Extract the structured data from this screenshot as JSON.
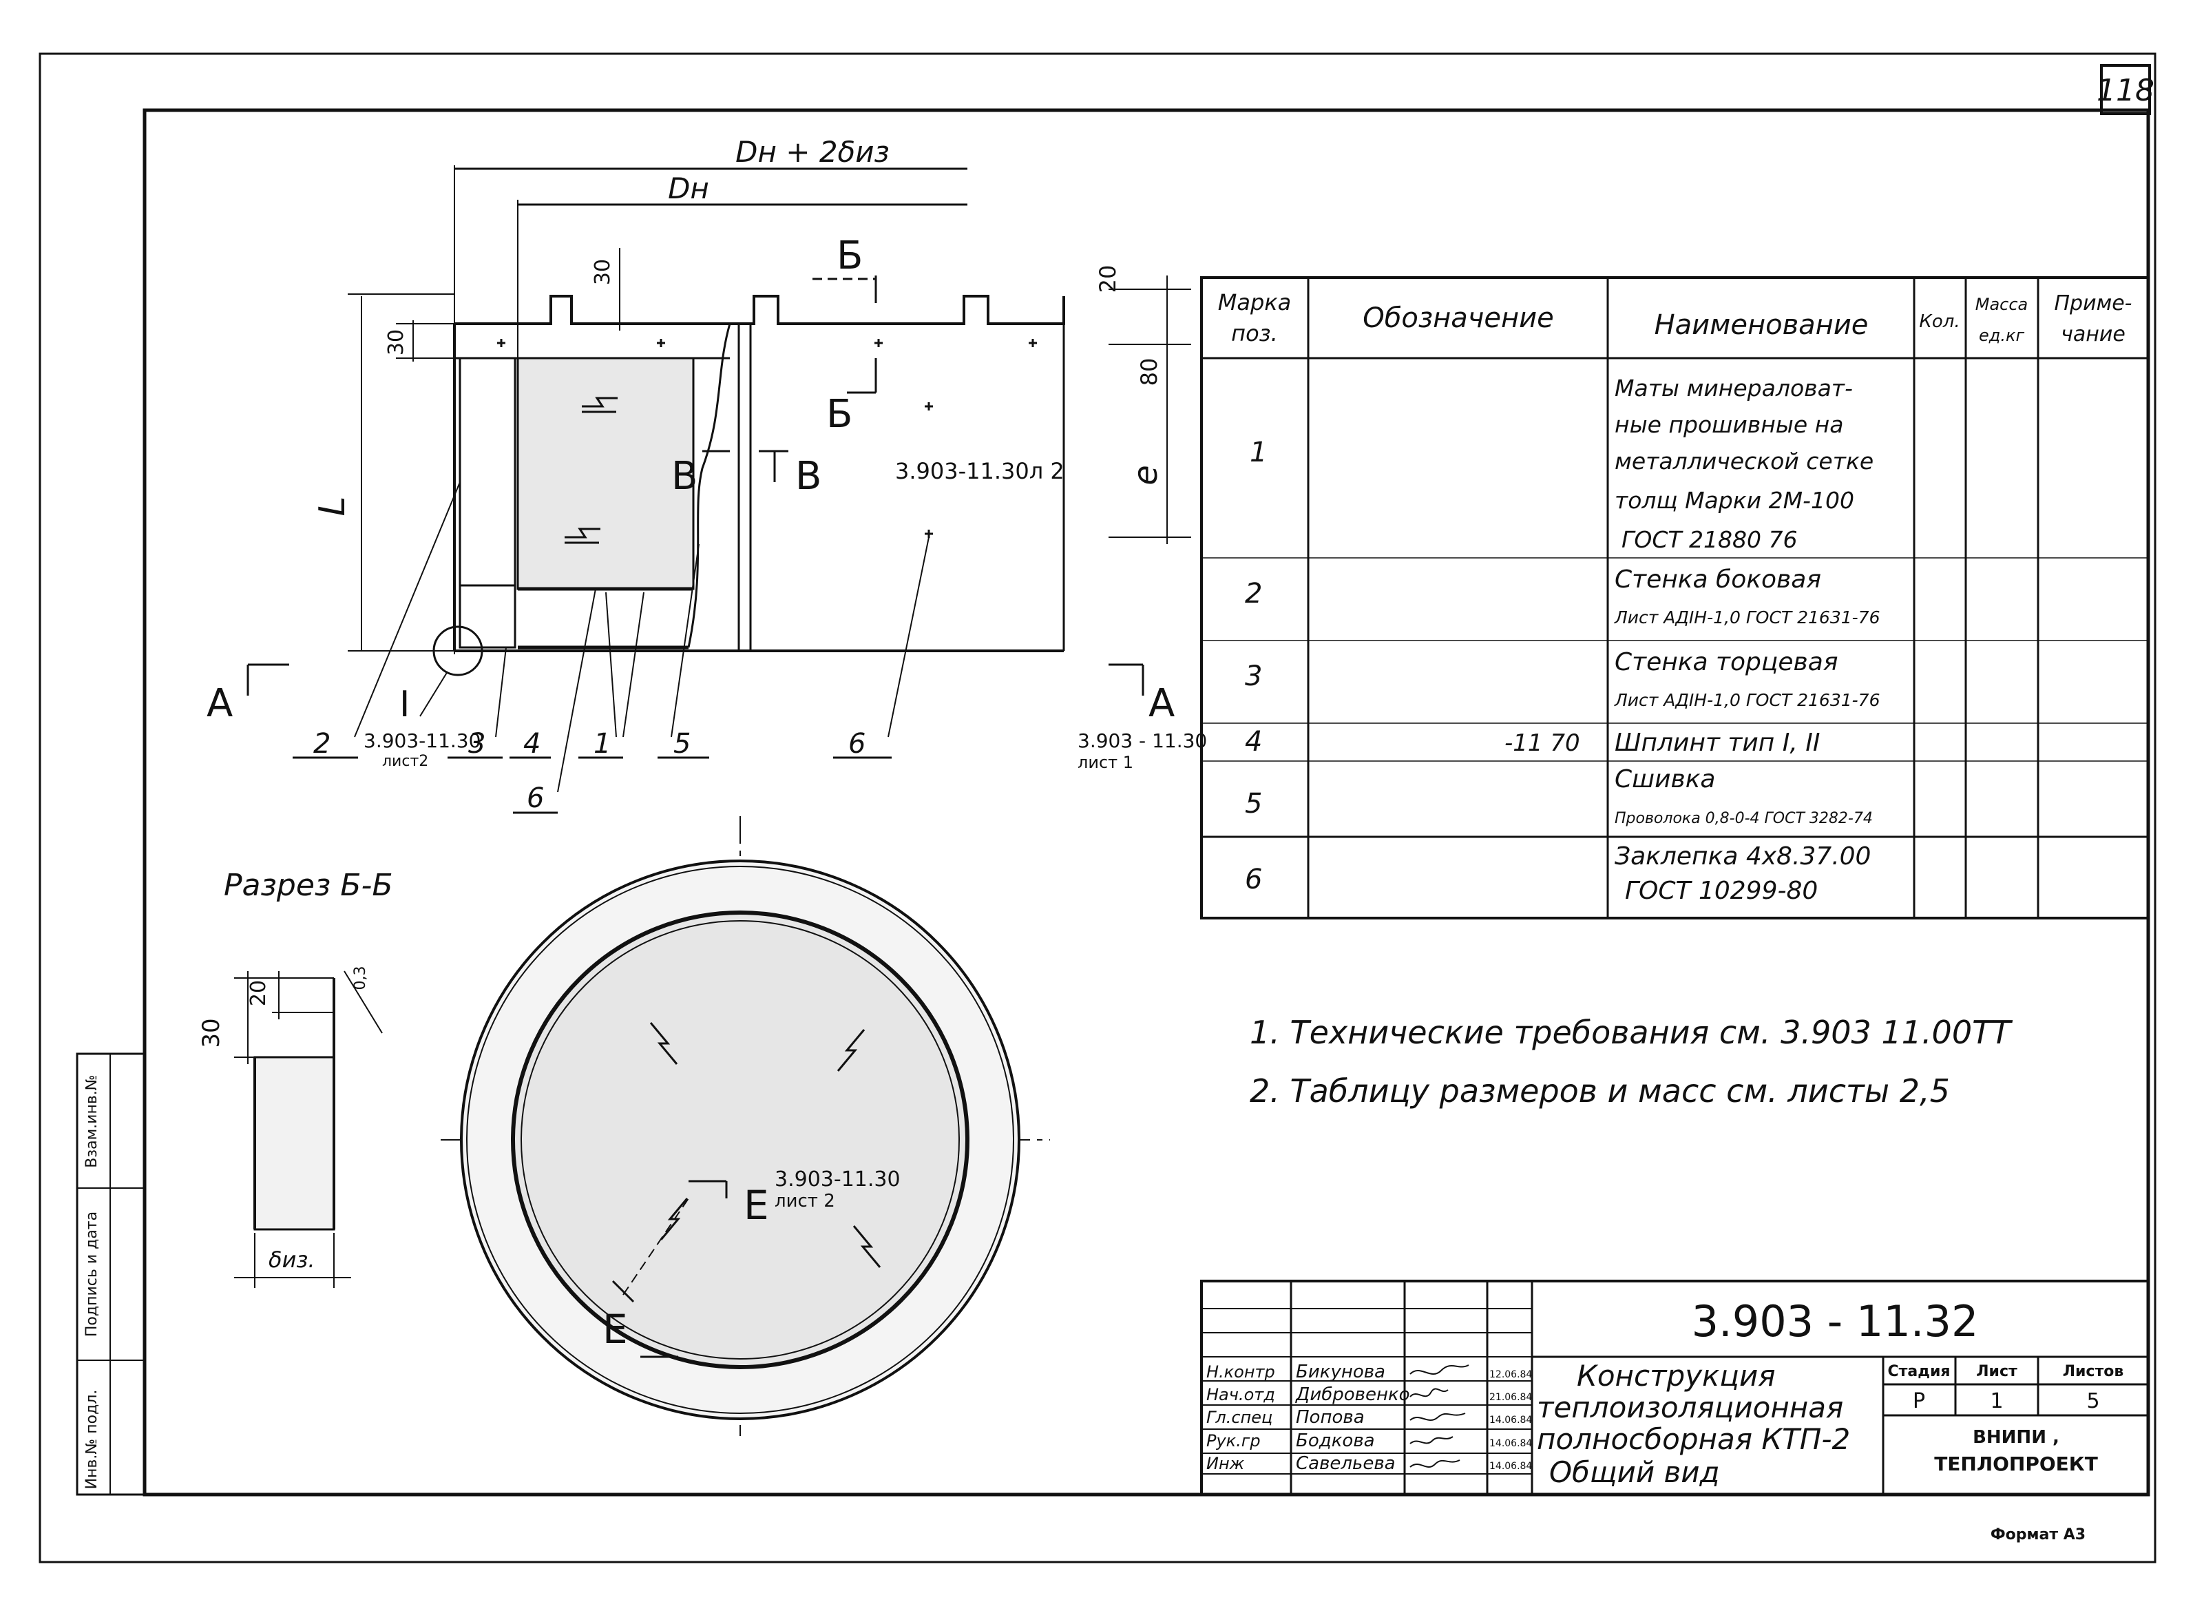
{
  "sheet": {
    "number": "118",
    "format": "Формат А3",
    "document_code": "3.903 - 11.32",
    "title_lines": [
      "Конструкция",
      "теплоизоляционная",
      "полносборная КТП-2",
      "Общий вид"
    ],
    "stage_header": "Стадия",
    "sheet_header": "Лист",
    "sheets_header": "Листов",
    "stage": "Р",
    "sheet_no": "1",
    "sheets_total": "5",
    "org_line1": "ВНИПИ ,",
    "org_line2": "ТЕПЛОПРОЕКТ"
  },
  "signatures": [
    {
      "role": "Н.контр",
      "name": "Бикунова",
      "date": "12.06.84"
    },
    {
      "role": "Нач.отд",
      "name": "Дибровенко",
      "date": "21.06.84"
    },
    {
      "role": "Гл.спец",
      "name": "Попова",
      "date": "14.06.84"
    },
    {
      "role": "Рук.гр",
      "name": "Бодкова",
      "date": "14.06.84"
    },
    {
      "role": "Инж",
      "name": "Савельева",
      "date": "14.06.84"
    }
  ],
  "side_stamp": [
    "Инв.№ подл.",
    "Подпись и дата",
    "Взам.инв.№"
  ],
  "spec_table": {
    "headers": {
      "mark": [
        "Марка",
        "поз."
      ],
      "designation": "Обозначение",
      "name": "Наименование",
      "qty": "Кол.",
      "mass": [
        "Масса",
        "ед.кг"
      ],
      "note": [
        "Приме-",
        "чание"
      ]
    },
    "rows": [
      {
        "pos": "1",
        "designation": "",
        "name": [
          "Маты минераловат-",
          "ные прошивные на",
          "металлической сетке",
          "толщ Марки 2М-100",
          "ГОСТ 21880 76"
        ]
      },
      {
        "pos": "2",
        "designation": "",
        "name": [
          "Стенка боковая",
          "Лист АДIН-1,0 ГОСТ 21631-76"
        ]
      },
      {
        "pos": "3",
        "designation": "",
        "name": [
          "Стенка торцевая",
          "Лист АДIН-1,0 ГОСТ 21631-76"
        ]
      },
      {
        "pos": "4",
        "designation": "-11 70",
        "name": [
          "Шплинт тип I, II"
        ]
      },
      {
        "pos": "5",
        "designation": "",
        "name": [
          "Сшивка",
          "Проволока 0,8-0-4 ГОСТ 3282-74"
        ]
      },
      {
        "pos": "6",
        "designation": "",
        "name": [
          "Заклепка 4х8.37.00",
          "ГОСТ 10299-80"
        ]
      }
    ]
  },
  "notes": [
    "1. Технические требования см. 3.903 11.00ТТ",
    "2. Таблицу размеров и масс см. листы 2,5"
  ],
  "front_view": {
    "dim_outer": "Dн + 2δиз",
    "dim_inner": "Dн",
    "dim_30_top": "30",
    "dim_30_left": "30",
    "dim_L": "L",
    "dim_20": "20",
    "dim_80": "80",
    "dim_e": "e",
    "section_b_top": "Б",
    "section_b_mid": "Б",
    "section_v_left": "В",
    "section_v_right": "В",
    "ref_center": "3.903-11.30л 2",
    "section_a_left": "А",
    "section_a_right": "А",
    "detail_I": "I",
    "detail_ref": "3.903-11.30",
    "detail_ref_sheet": "лист2",
    "ref_right": "3.903 - 11.30",
    "ref_right_sheet": "лист 1",
    "callouts": [
      "2",
      "3",
      "4",
      "1",
      "5",
      "6",
      "6"
    ]
  },
  "section_bb": {
    "title": "Разрез Б-Б",
    "dim_30": "30",
    "dim_20": "20",
    "dim_03": "0,3",
    "dim_delta": "δиз."
  },
  "round_view": {
    "ref_code": "3.903-11.30",
    "ref_sheet": "лист 2",
    "label_E_top": "Е",
    "label_E_bottom": "Е"
  }
}
